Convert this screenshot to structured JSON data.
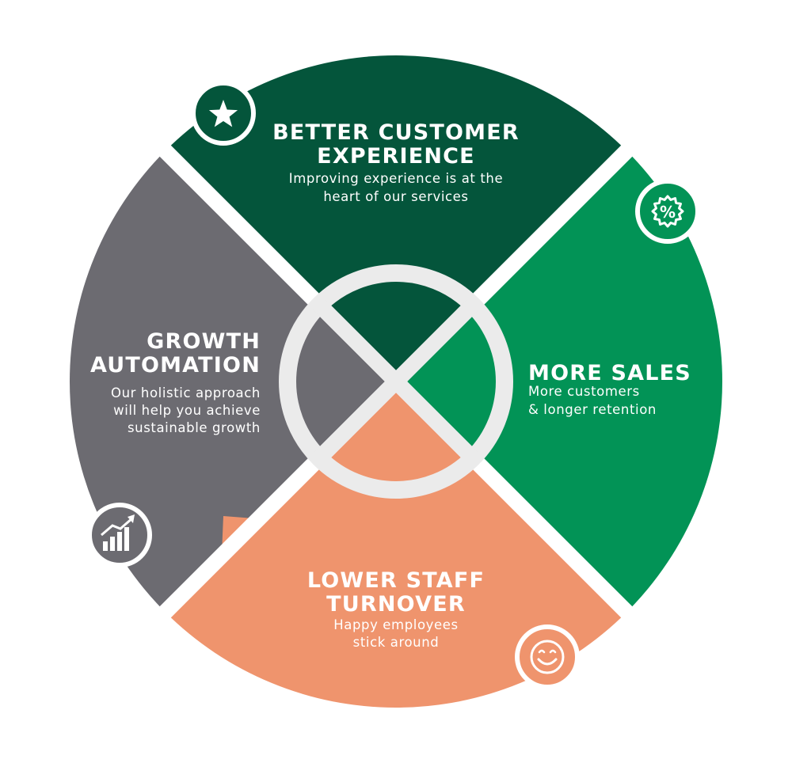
{
  "segments": {
    "top": {
      "title_lines": [
        "BETTER CUSTOMER",
        "EXPERIENCE"
      ],
      "desc_lines": [
        "Improving experience is at the",
        "heart of our services"
      ],
      "color": "#04553B",
      "icon": "star-icon"
    },
    "right": {
      "title_lines": [
        "MORE SALES"
      ],
      "desc_lines": [
        "More customers",
        "& longer retention"
      ],
      "color": "#029356",
      "icon": "percent-badge-icon"
    },
    "bottom": {
      "title_lines": [
        "LOWER STAFF",
        "TURNOVER"
      ],
      "desc_lines": [
        "Happy employees",
        "stick around"
      ],
      "color": "#EF946D",
      "icon": "smiley-icon"
    },
    "left": {
      "title_lines": [
        "GROWTH",
        "AUTOMATION"
      ],
      "desc_lines": [
        "Our holistic approach",
        "will help you achieve",
        "sustainable growth"
      ],
      "color": "#6C6B71",
      "icon": "growth-chart-icon"
    }
  },
  "hub_color": "#EBEBEB"
}
